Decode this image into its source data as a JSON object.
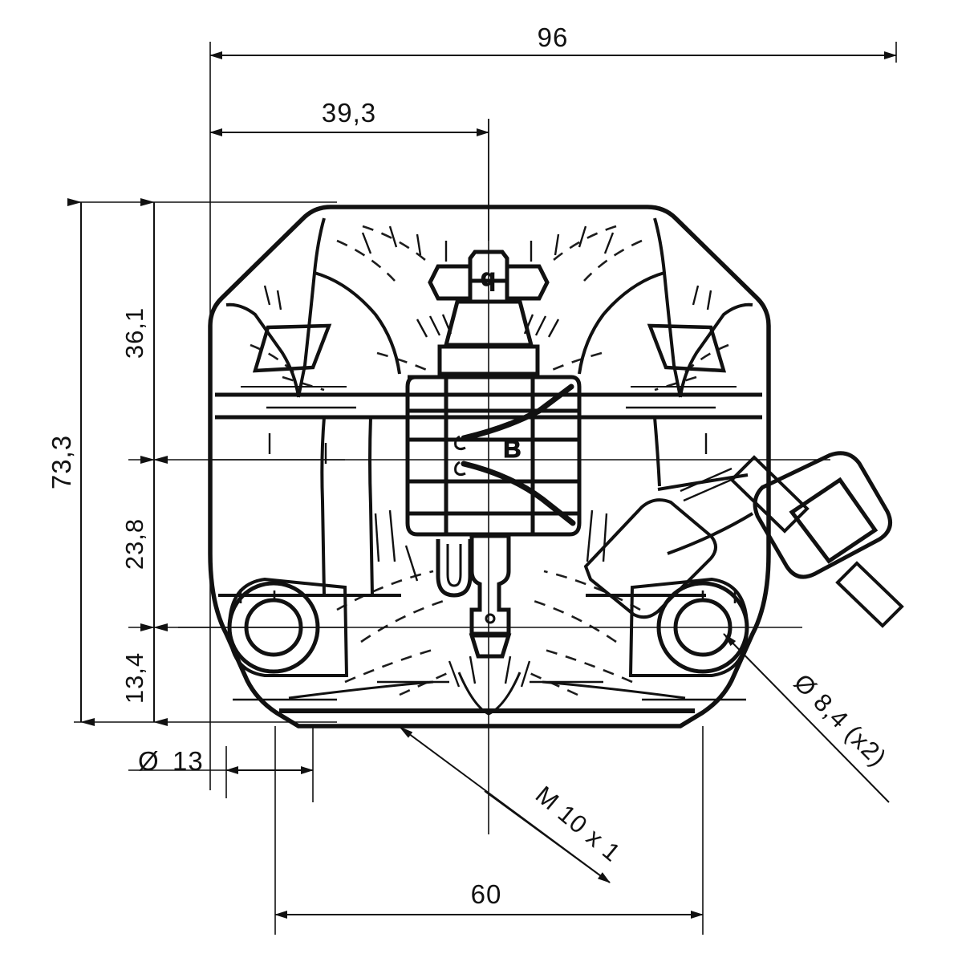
{
  "drawing": {
    "title": "Brake caliper front view — dimensioned technical drawing",
    "background_color": "#ffffff",
    "line_color": "#111111",
    "units": "mm",
    "decimal_separator": ","
  },
  "dimensions": {
    "width_overall": {
      "label": "96",
      "orientation": "horizontal",
      "position": "top",
      "description": "overall width of caliper body"
    },
    "width_to_centre": {
      "label": "39,3",
      "orientation": "horizontal",
      "position": "top-inner",
      "description": "left edge to vertical centre axis"
    },
    "height_overall": {
      "label": "73,3",
      "orientation": "vertical",
      "position": "far-left",
      "description": "overall height of caliper body"
    },
    "height_upper": {
      "label": "36,1",
      "orientation": "vertical",
      "position": "left-inner",
      "description": "top to main horizontal centreline"
    },
    "height_middle": {
      "label": "23,8",
      "orientation": "vertical",
      "position": "left-inner",
      "description": "main centreline to mounting bore axis"
    },
    "height_lower": {
      "label": "13,4",
      "orientation": "vertical",
      "position": "left-inner",
      "description": "mounting bore axis to bottom face"
    },
    "bore_diameter": {
      "label": "13",
      "prefix_symbol": "Ø",
      "symbol_name": "diameter-symbol",
      "orientation": "horizontal",
      "position": "lower-left",
      "description": "mounting bore seat diameter"
    },
    "mount_spacing": {
      "label": "60",
      "orientation": "horizontal",
      "position": "bottom",
      "description": "centre distance between mounting bores"
    },
    "through_hole": {
      "label": "Ø 8,4  (x2)",
      "text_parts": [
        "Ø",
        "8,4",
        "(x2)"
      ],
      "orientation": "diagonal",
      "position": "lower-right",
      "description": "through hole diameter, two places"
    },
    "thread": {
      "label": "M 10 x 1",
      "text_parts": [
        "M",
        "10",
        "x 1"
      ],
      "orientation": "diagonal",
      "position": "bottom-centre",
      "description": "metric fine thread port callout"
    }
  },
  "part_marks": {
    "bleed_nipple_mark": "q",
    "body_mark": "B"
  },
  "features": [
    {
      "name": "bleed-nipple",
      "position": "top-centre"
    },
    {
      "name": "piston-bore-housing",
      "position": "centre"
    },
    {
      "name": "mounting-bore-left",
      "position": "lower-left"
    },
    {
      "name": "mounting-bore-right",
      "position": "lower-right"
    },
    {
      "name": "hose-connector",
      "position": "right"
    },
    {
      "name": "retaining-clip",
      "position": "centre-lower"
    }
  ]
}
